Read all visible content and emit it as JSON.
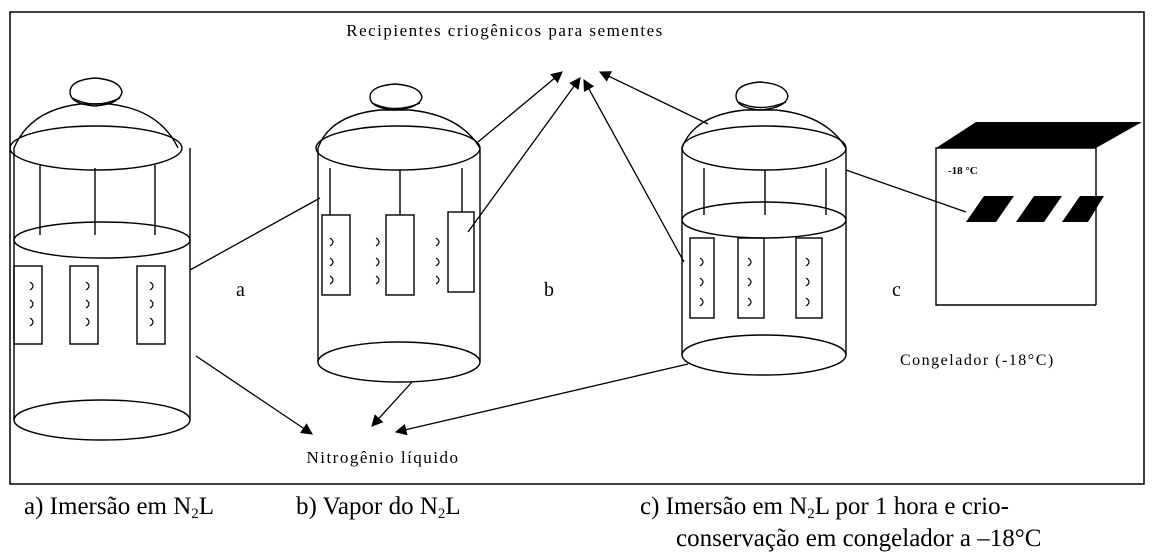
{
  "title": "Recipientes criogênicos para sementes",
  "bottom_label": "Nitrogênio líquido",
  "freezer": {
    "label": "Congelador (-18°C)",
    "display": "-18 °C"
  },
  "panel_letters": [
    "a",
    "b",
    "c"
  ],
  "captions": {
    "a": {
      "prefix": "a) Imersão em N",
      "sub": "2",
      "suffix": "L"
    },
    "b": {
      "prefix": "b) Vapor do N",
      "sub": "2",
      "suffix": "L"
    },
    "c": {
      "prefix": "c)  Imersão em  N",
      "sub": "2",
      "suffix": "L por 1 hora e crio-",
      "line2": "conservação em  congelador a –18°C"
    }
  }
}
